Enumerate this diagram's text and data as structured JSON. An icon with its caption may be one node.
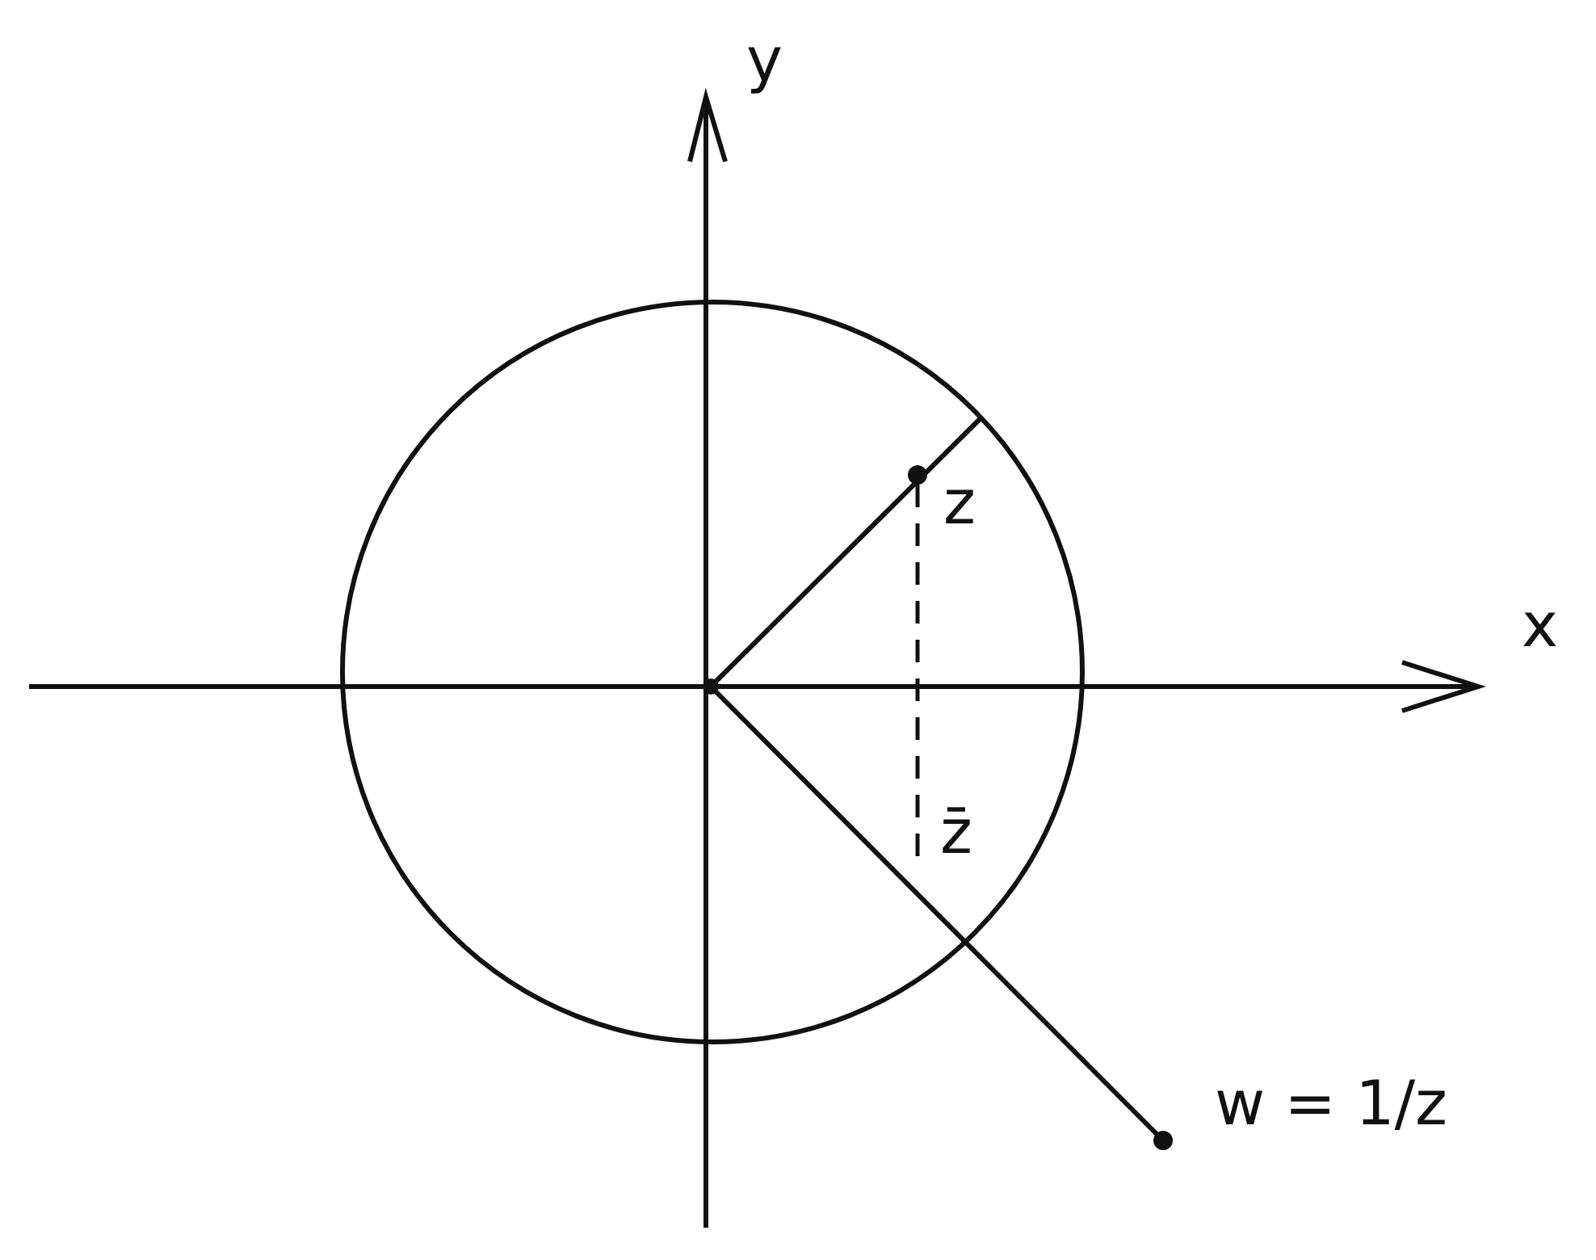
{
  "diagram": {
    "labels": [
      "y",
      "x",
      "z",
      "z̄",
      "w = 1/z"
    ]
  }
}
